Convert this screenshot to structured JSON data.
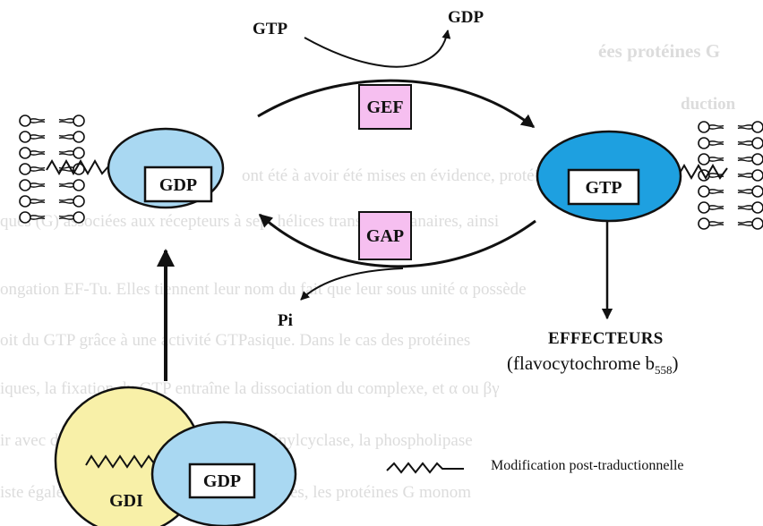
{
  "background_text": [
    "ées protéines G",
    "duction",
    "ont été à avoir été mises en évidence, protéines",
    "ques (G) associées aux récepteurs à sept hélices transmembranaires, ainsi",
    "ongation EF-Tu. Elles tiennent leur nom du fait que leur sous unité α possède",
    "oit du GTP grâce à une activité GTPasique. Dans le cas des protéines",
    "iques, la fixation du GTP entraîne la dissociation du complexe, et α ou βγ",
    "ir avec différents effecteurs tels que l'adénylcyclase, la phospholipase",
    "iste également une autre famille de protéines, les protéines G monom"
  ],
  "labels": {
    "gtp_in": "GTP",
    "gdp_out": "GDP",
    "gef": "GEF",
    "gap": "GAP",
    "pi": "Pi",
    "left_protein": "GDP",
    "right_protein": "GTP",
    "bottom_protein": "GDP",
    "gdi": "GDI",
    "effecteurs": "EFFECTEURS",
    "flavo_main": "(flavocytochrome b",
    "flavo_sub": "558",
    "flavo_close": ")",
    "legend": "Modification post-traductionnelle"
  },
  "colors": {
    "gdp_protein": "#a9d8f2",
    "gtp_protein": "#1ea0e0",
    "gdi_protein": "#f8f0a8",
    "enzyme_box": "#f6bff0",
    "arrow": "#111111"
  }
}
